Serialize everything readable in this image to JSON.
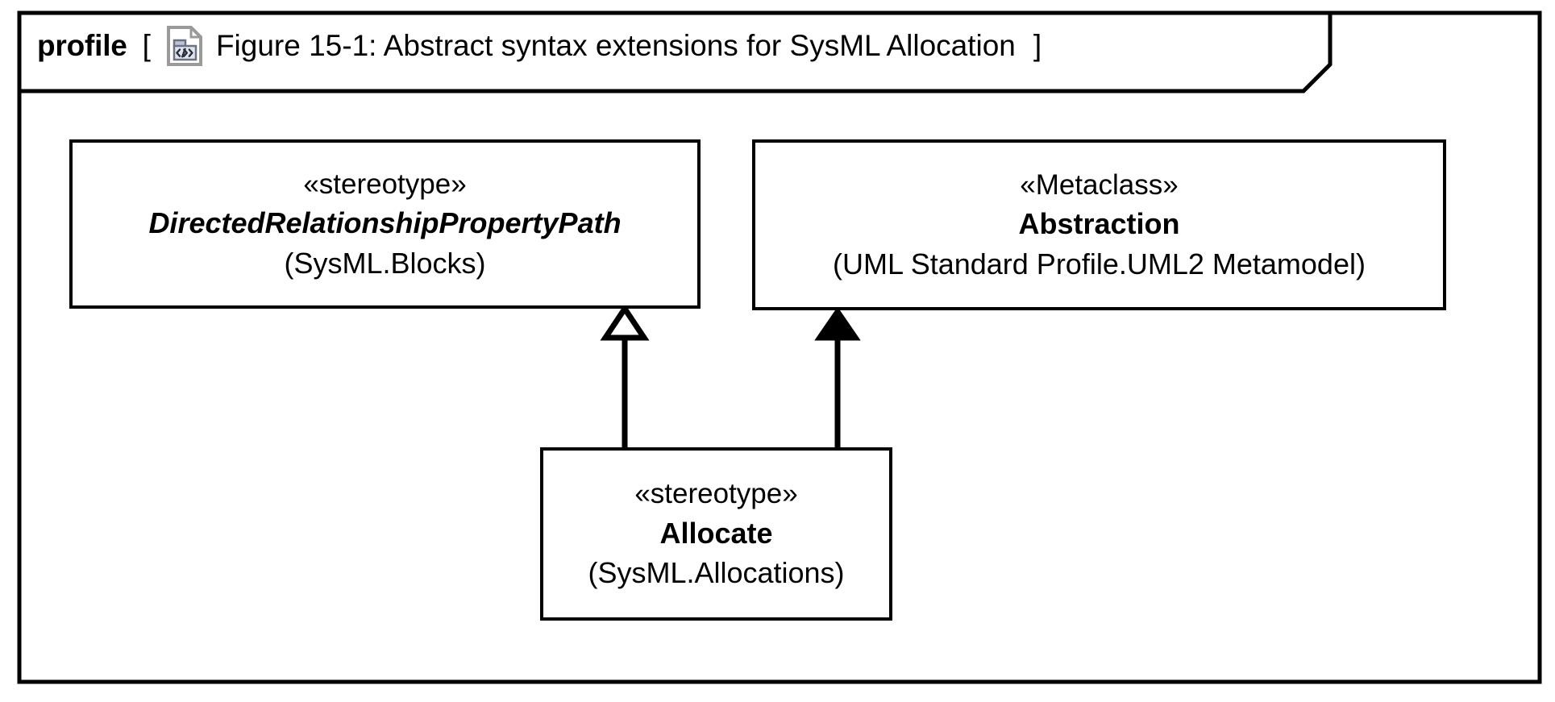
{
  "frame": {
    "kind": "profile",
    "bracket_open": "[",
    "bracket_close": "]",
    "icon_name": "profile-diagram-icon",
    "icon_glyph": "«»",
    "title": "Figure 15-1: Abstract syntax extensions for SysML Allocation"
  },
  "diagram": {
    "type": "uml-profile-diagram",
    "nodes": [
      {
        "id": "directed-relationship-property-path",
        "stereotype": "«stereotype»",
        "name": "DirectedRelationshipPropertyPath",
        "package": "(SysML.Blocks)",
        "abstract": true,
        "bold": true,
        "italic": true
      },
      {
        "id": "abstraction",
        "stereotype": "«Metaclass»",
        "name": "Abstraction",
        "package": "(UML Standard Profile.UML2 Metamodel)",
        "abstract": false,
        "bold": true,
        "italic": false
      },
      {
        "id": "allocate",
        "stereotype": "«stereotype»",
        "name": "Allocate",
        "package": "(SysML.Allocations)",
        "abstract": false,
        "bold": true,
        "italic": false
      }
    ],
    "edges": [
      {
        "id": "allocate-generalizes-drpp",
        "source": "allocate",
        "target": "directed-relationship-property-path",
        "relationship": "generalization",
        "arrowhead": "hollow-triangle"
      },
      {
        "id": "allocate-extends-abstraction",
        "source": "allocate",
        "target": "abstraction",
        "relationship": "extension",
        "arrowhead": "filled-triangle"
      }
    ]
  },
  "colors": {
    "line": "#000000",
    "fill": "#ffffff",
    "icon_outline": "#9a9a9a",
    "icon_fill_light": "#ffffff",
    "icon_fill_accent": "#b8c4dd",
    "icon_body": "#e8e8ee"
  }
}
